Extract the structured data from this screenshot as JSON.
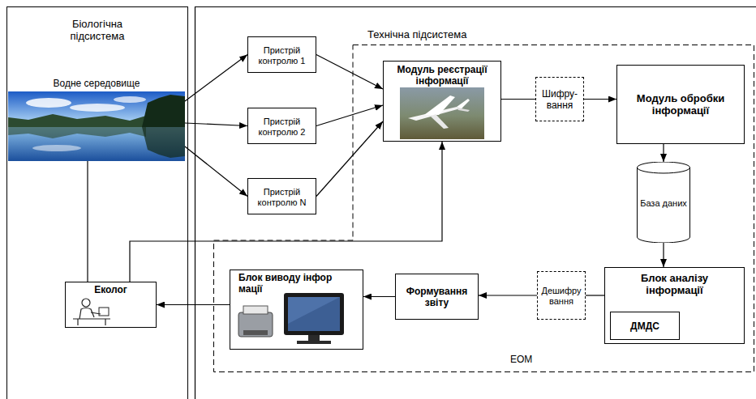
{
  "diagram": {
    "nodes": [
      {
        "text": [
          "Біологічна підсистема"
        ]
      },
      {
        "text": [
          "Водне середовище"
        ],
        "in": 0
      },
      {
        "text": [
          "Еколог"
        ],
        "in": 0
      },
      {
        "text": [
          "Технічна підсистема",
          "ЕОМ"
        ]
      },
      {
        "text": [
          "Пристрій контролю 1"
        ]
      },
      {
        "text": [
          "Пристрій контролю 2"
        ]
      },
      {
        "text": [
          "Пристрій контролю N"
        ]
      },
      {
        "text": [
          "Модуль реєстрації інформації"
        ],
        "in": 3
      },
      {
        "text": [
          "Шифру- вання"
        ],
        "in": 3
      },
      {
        "text": [
          "Модуль обробки інформації"
        ],
        "in": 3
      },
      {
        "text": [
          "База даних"
        ],
        "in": 3
      },
      {
        "text": [
          "Блок аналізу інформації"
        ],
        "in": 3
      },
      {
        "text": [
          "ДМДС"
        ],
        "in": 11
      },
      {
        "text": [
          "Дешифру вання"
        ],
        "in": 3
      },
      {
        "text": [
          "Формування звіту"
        ],
        "in": 3
      },
      {
        "text": [
          "Блок виводу інфор мації"
        ],
        "in": 3
      }
    ],
    "edges": [
      {
        "from": 1,
        "to": 4,
        "arrow": "to"
      },
      {
        "from": 1,
        "to": 5,
        "arrow": "to"
      },
      {
        "from": 1,
        "to": 6,
        "arrow": "to"
      },
      {
        "from": 4,
        "to": 7,
        "arrow": "to"
      },
      {
        "from": 5,
        "to": 7,
        "arrow": "to"
      },
      {
        "from": 6,
        "to": 7,
        "arrow": "to"
      },
      {
        "from": 7,
        "to": 8,
        "arrow": "none"
      },
      {
        "from": 8,
        "to": 9,
        "arrow": "to"
      },
      {
        "from": 9,
        "to": 10,
        "arrow": "to"
      },
      {
        "from": 10,
        "to": 11,
        "arrow": "to"
      },
      {
        "from": 11,
        "to": 13,
        "arrow": "none"
      },
      {
        "from": 13,
        "to": 14,
        "arrow": "to"
      },
      {
        "from": 14,
        "to": 15,
        "arrow": "to"
      },
      {
        "from": 15,
        "to": 2,
        "arrow": "to"
      },
      {
        "from": 1,
        "to": 2,
        "arrow": "none"
      },
      {
        "from": 2,
        "to": 7,
        "arrow": "to"
      }
    ]
  }
}
